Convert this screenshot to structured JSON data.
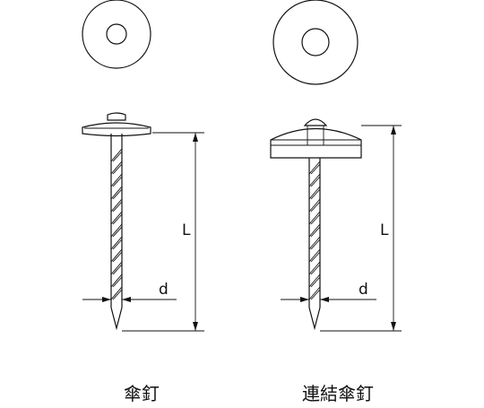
{
  "figures": [
    {
      "name": "left-nail",
      "caption": "傘釘",
      "length_label": "L",
      "diameter_label": "d"
    },
    {
      "name": "right-nail",
      "caption": "連結傘釘",
      "length_label": "L",
      "diameter_label": "d"
    }
  ]
}
